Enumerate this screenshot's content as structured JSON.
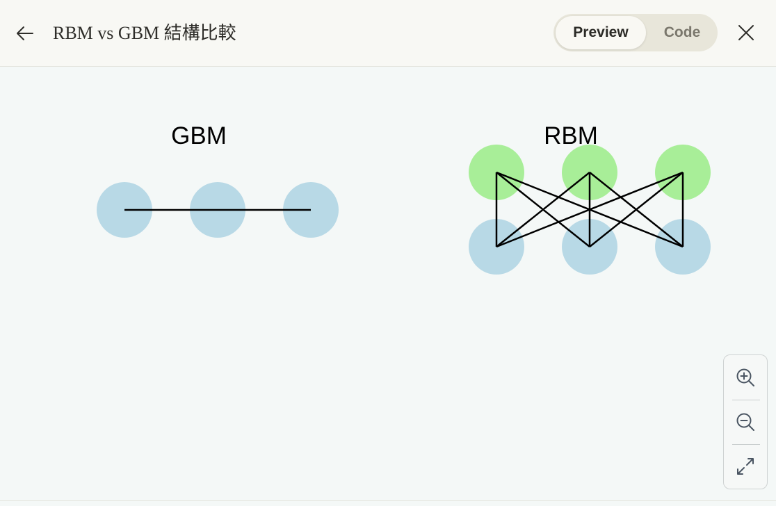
{
  "header": {
    "title": "RBM vs GBM 結構比較",
    "toggle": {
      "preview_label": "Preview",
      "code_label": "Code",
      "active": "Preview"
    }
  },
  "diagram": {
    "gbm_label": "GBM",
    "rbm_label": "RBM",
    "colors": {
      "visible_node": "#b8d9e6",
      "hidden_node": "#a8ee98",
      "edge": "#000000"
    }
  },
  "icons": {
    "back": "arrow-left-icon",
    "close": "close-icon",
    "zoom_in": "zoom-in-icon",
    "zoom_out": "zoom-out-icon",
    "fit": "expand-icon"
  }
}
